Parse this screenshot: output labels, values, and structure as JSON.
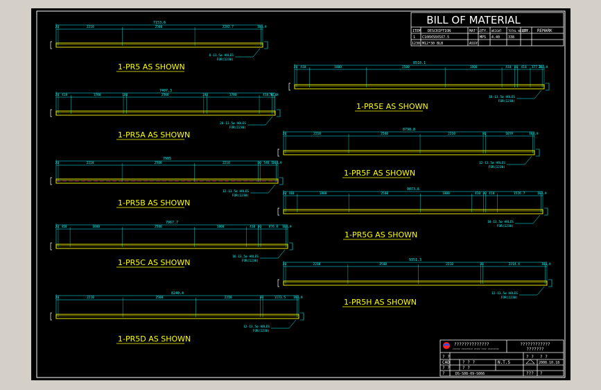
{
  "colors": {
    "background": "#000000",
    "canvas_bg": "#d4d0c8",
    "dim": "#00ffff",
    "part": "#ffff00",
    "frame": "#ffffff",
    "callout_alt": "#ff00ff"
  },
  "bom": {
    "title": "BILL OF MATERIAL",
    "headers": [
      "ITEM",
      "DESCRIPTION",
      "MAT'L",
      "QTY.",
      "WEIGHT",
      "TOTAL WEIGHT",
      "QTY.",
      "REMARK"
    ],
    "rows": [
      [
        "1",
        "C100X50X5X7.5",
        "",
        "",
        "",
        "",
        "",
        ""
      ],
      [
        "1230",
        "M12*30 BLB",
        "ASSY",
        "",
        "",
        "",
        "",
        ""
      ]
    ],
    "row1_extra": [
      "MPS",
      "4.40",
      "338"
    ]
  },
  "parts": [
    {
      "id": "pr5",
      "label": "1-PR5 AS SHOWN",
      "total": "7153.6",
      "dims": [
        "20",
        "2210",
        "2500",
        "2282.7",
        "108.9"
      ],
      "holes": "8-13.5ø HOLES",
      "for": "FOR(1230)"
    },
    {
      "id": "pr5a",
      "label": "1-PR5A AS SHOWN",
      "total": "7407.3",
      "dims": [
        "20",
        "410",
        "1700",
        "100",
        "2500",
        "100",
        "1700",
        "410",
        "70.6",
        "81.9"
      ],
      "holes": "20-13.5ø HOLES",
      "for": "FOR(1230)"
    },
    {
      "id": "pr5b",
      "label": "1-PR5B AS SHOWN",
      "total": "7985",
      "dims": [
        "20",
        "2210",
        "2500",
        "2210",
        "80",
        "548.1",
        "108.9"
      ],
      "holes": "12-13.5ø HOLES",
      "for": "FOR(1230)"
    },
    {
      "id": "pr5c",
      "label": "1-PR5C AS SHOWN",
      "total": "7967.7",
      "dims": [
        "20",
        "410",
        "1800",
        "2500",
        "1800",
        "410",
        "80",
        "876.8",
        "108.9"
      ],
      "holes": "16-13.5ø HOLES",
      "for": "FOR(1230)"
    },
    {
      "id": "pr5d",
      "label": "1-PR5D AS SHOWN",
      "total": "8240.4",
      "dims": [
        "20",
        "2210",
        "2500",
        "2210",
        "80",
        "1173.5",
        "108.9"
      ],
      "holes": "12-13.5ø HOLES",
      "for": "FOR(1230)"
    },
    {
      "id": "pr5e",
      "label": "1-PR5E AS SHOWN",
      "total": "8518.1",
      "dims": [
        "20",
        "410",
        "1800",
        "2500",
        "1800",
        "410",
        "80",
        "410",
        "377.2",
        "108.9"
      ],
      "holes": "18-13.5ø HOLES",
      "for": "FOR(1230)"
    },
    {
      "id": "pr5f",
      "label": "1-PR5F AS SHOWN",
      "total": "8798.8",
      "dims": [
        "20",
        "2210",
        "2500",
        "2210",
        "80",
        "1659",
        "108.9"
      ],
      "holes": "12-13.5ø HOLES",
      "for": "FOR(1230)"
    },
    {
      "id": "pr5g",
      "label": "1-PR5G AS SHOWN",
      "total": "9073.6",
      "dims": [
        "20",
        "410",
        "1800",
        "2500",
        "1800",
        "410",
        "80",
        "410",
        "1526.7",
        "108.9"
      ],
      "holes": "18-13.5ø HOLES",
      "for": "FOR(1230)"
    },
    {
      "id": "pr5h",
      "label": "1-PR5H AS SHOWN",
      "total": "9351.3",
      "dims": [
        "20",
        "2210",
        "2500",
        "2210",
        "80",
        "2214.4",
        "108.9"
      ],
      "holes": "12-13.5ø HOLES",
      "for": "FOR(1230)"
    }
  ],
  "title_block": {
    "company": "??????????????",
    "company_sub": "?????? ????????? ????? ???? ?????????",
    "project": "????????????",
    "project2": "???????",
    "cad": "CAD",
    "cad_q": "? ? ?",
    "scale": "N.T.S",
    "date": "2008.10.18",
    "dwg_no": "DS-S08-09-S066",
    "q": "? ?",
    "q3": "???",
    "rev": "?"
  }
}
